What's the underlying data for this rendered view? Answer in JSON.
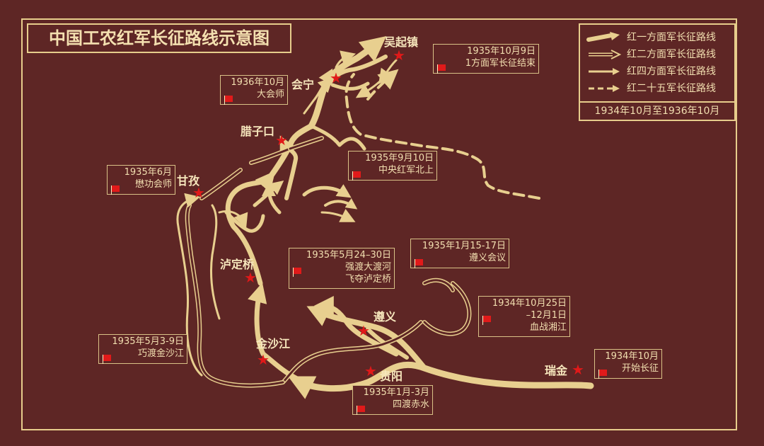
{
  "title": "中国工农红军长征路线示意图",
  "legend": {
    "items": [
      {
        "label": "红一方面军长征路线",
        "style": "bold-arrow"
      },
      {
        "label": "红二方面军长征路线",
        "style": "hollow-arrow"
      },
      {
        "label": "红四方面军长征路线",
        "style": "thin-arrow"
      },
      {
        "label": "红二十五军长征路线",
        "style": "dashed-arrow"
      }
    ],
    "period": "1934年10月至1936年10月"
  },
  "cities": [
    {
      "id": "wuqizhen",
      "name": "吴起镇"
    },
    {
      "id": "huining",
      "name": "会宁"
    },
    {
      "id": "lazikou",
      "name": "腊子口"
    },
    {
      "id": "ganzi",
      "name": "甘孜"
    },
    {
      "id": "ludingqiao",
      "name": "泸定桥"
    },
    {
      "id": "jinshajiang",
      "name": "金沙江"
    },
    {
      "id": "zunyi",
      "name": "遵义"
    },
    {
      "id": "guiyang",
      "name": "贵阳"
    },
    {
      "id": "ruijin",
      "name": "瑞金"
    }
  ],
  "events": [
    {
      "id": "end-march",
      "date": "1935年10月9日",
      "desc": "1方面军长征结束"
    },
    {
      "id": "grand-meeting",
      "date": "1936年10月",
      "desc": "大会师"
    },
    {
      "id": "north",
      "date": "1935年9月10日",
      "desc": "中央红军北上"
    },
    {
      "id": "maogong",
      "date": "1935年6月",
      "desc": "懋功会师"
    },
    {
      "id": "dadu",
      "date": "1935年5月24–30日",
      "desc": "强渡大渡河",
      "desc2": "飞夺泸定桥"
    },
    {
      "id": "zunyi-meeting",
      "date": "1935年1月15-17日",
      "desc": "遵义会议"
    },
    {
      "id": "xiangjiang",
      "date": "1934年10月25日",
      "desc": "–12月1日",
      "desc2": "血战湘江"
    },
    {
      "id": "jinsha-crossing",
      "date": "1935年5月3-9日",
      "desc": "巧渡金沙江"
    },
    {
      "id": "start",
      "date": "1934年10月",
      "desc": "开始长征"
    },
    {
      "id": "chishui",
      "date": "1935年1月-3月",
      "desc": "四渡赤水"
    }
  ],
  "colors": {
    "background": "#5e2625",
    "route": "#e8cf8f",
    "star": "#e01919",
    "text": "#f4e0b0"
  }
}
